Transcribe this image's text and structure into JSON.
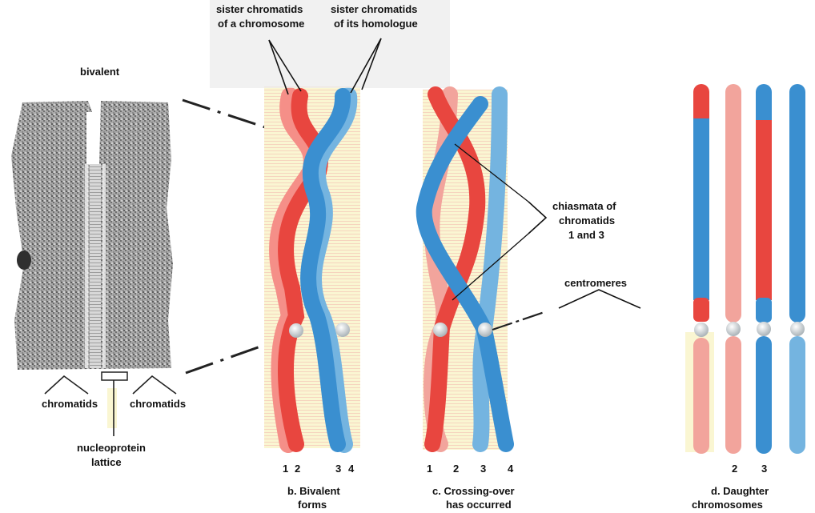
{
  "labels": {
    "sister_chromosome_1": "sister chromatids",
    "sister_chromosome_2": "of a chromosome",
    "sister_homologue_1": "sister chromatids",
    "sister_homologue_2": "of its homologue",
    "bivalent": "bivalent",
    "chromatids_left": "chromatids",
    "chromatids_right": "chromatids",
    "nucleoprotein_1": "nucleoprotein",
    "nucleoprotein_2": "lattice",
    "chiasmata_1": "chiasmata of",
    "chiasmata_2": "chromatids",
    "chiasmata_3": "1 and 3",
    "centromeres": "centromeres"
  },
  "captions": {
    "b_1": "b. Bivalent",
    "b_2": "forms",
    "c_1": "c. Crossing-over",
    "c_2": "has occurred",
    "d_1": "d. Daughter",
    "d_2": "chromosomes"
  },
  "numbers": {
    "b": [
      "1",
      "2",
      "3",
      "4"
    ],
    "c": [
      "1",
      "2",
      "3",
      "4"
    ],
    "d": [
      "2",
      "3"
    ]
  },
  "colors": {
    "red": "#e8463f",
    "pink": "#f2a49c",
    "blue": "#3a8fd0",
    "light_blue": "#74b4e0",
    "pale_yellow": "#faf6d2",
    "centromere": "#dde3e6"
  }
}
